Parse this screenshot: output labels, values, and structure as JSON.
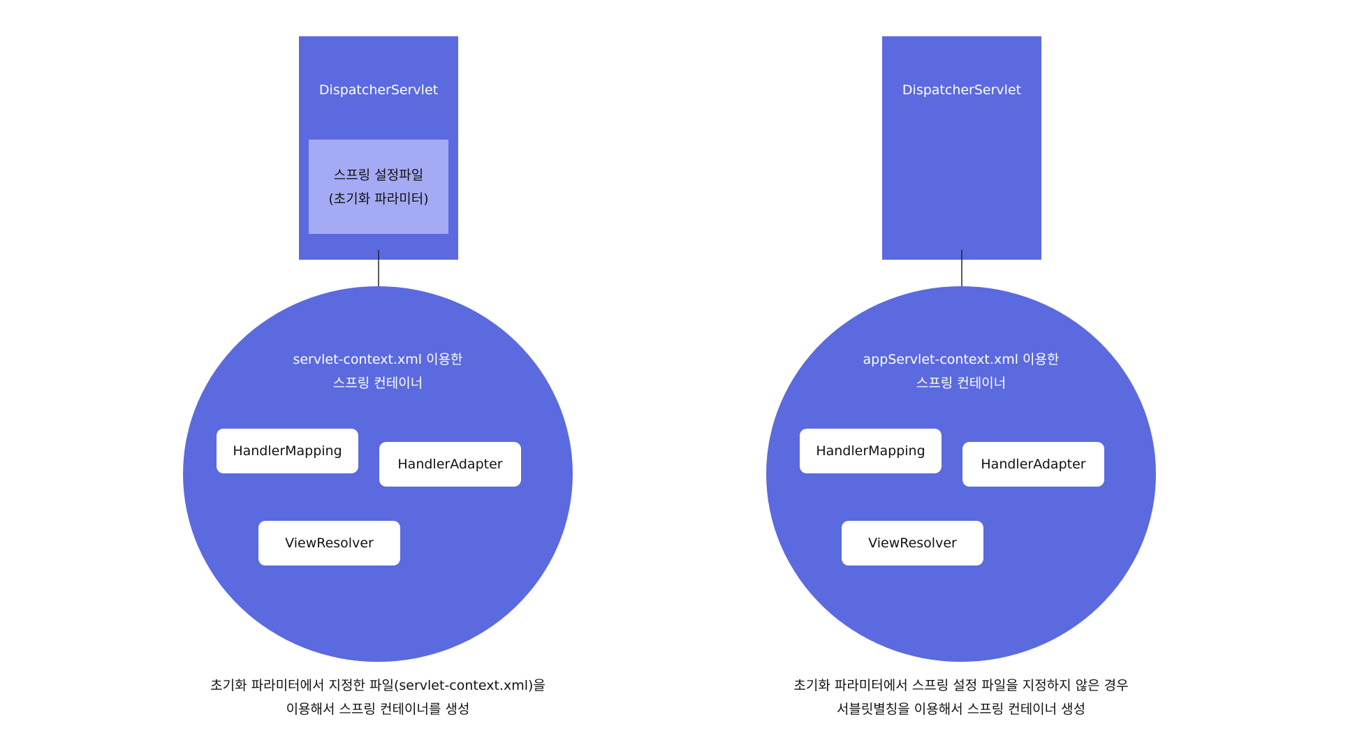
{
  "diagrams": [
    {
      "servlet_label": "DispatcherServlet",
      "config_box": {
        "line1": "스프링 설정파일",
        "line2": "(초기화 파라미터)"
      },
      "container": {
        "line1": "servlet-context.xml 이용한",
        "line2": "스프링 컨테이너"
      },
      "beans": {
        "mapping": "HandlerMapping",
        "adapter": "HandlerAdapter",
        "resolver": "ViewResolver"
      },
      "caption": {
        "line1": "초기화 파라미터에서 지정한 파일(servlet-context.xml)을",
        "line2": "이용해서 스프링 컨테이너를 생성"
      }
    },
    {
      "servlet_label": "DispatcherServlet",
      "container": {
        "line1": "appServlet-context.xml 이용한",
        "line2": "스프링 컨테이너"
      },
      "beans": {
        "mapping": "HandlerMapping",
        "adapter": "HandlerAdapter",
        "resolver": "ViewResolver"
      },
      "caption": {
        "line1": "초기화 파라미터에서 스프링 설정 파일을 지정하지 않은 경우",
        "line2": "서블릿별칭을 이용해서 스프링 컨테이너 생성"
      }
    }
  ],
  "colors": {
    "primary_blue": "#5b6ade",
    "config_blue": "#a4aaf4",
    "bean_white": "#ffffff"
  }
}
